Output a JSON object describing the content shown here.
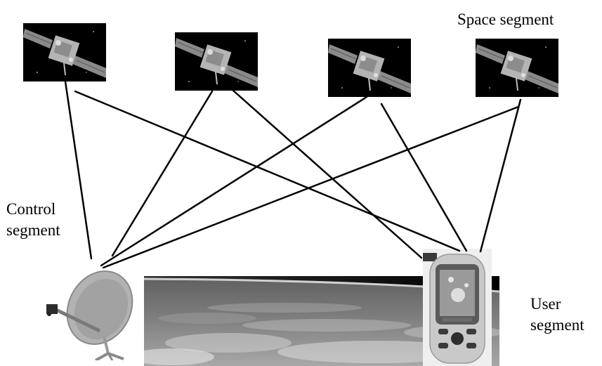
{
  "labels": {
    "space_segment": "Space segment",
    "control_segment_line1": "Control",
    "control_segment_line2": "segment",
    "user_segment_line1": "User",
    "user_segment_line2": "segment"
  },
  "nodes": {
    "satellites": [
      "satellite",
      "satellite",
      "satellite",
      "satellite"
    ],
    "control": "ground-dish",
    "user": "gps-receiver",
    "background": "earth-horizon"
  },
  "connections": [
    [
      "satellite-1",
      "control"
    ],
    [
      "satellite-1",
      "user"
    ],
    [
      "satellite-2",
      "control"
    ],
    [
      "satellite-2",
      "user"
    ],
    [
      "satellite-3",
      "control"
    ],
    [
      "satellite-3",
      "user"
    ],
    [
      "satellite-4",
      "control"
    ],
    [
      "satellite-4",
      "user"
    ]
  ],
  "colors": {
    "line": "#000000",
    "satellite_background": "#000000",
    "dish": "#aaaaaa",
    "receiver_body": "#c9c9c9"
  }
}
